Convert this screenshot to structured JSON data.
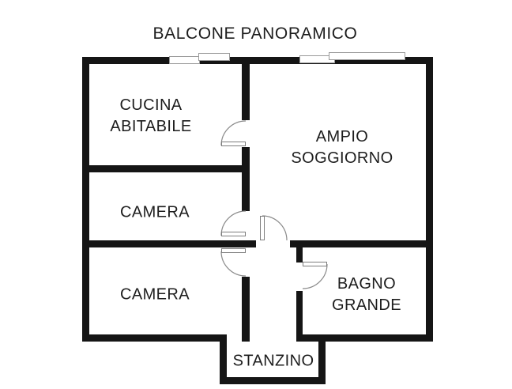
{
  "title": "BALCONE PANORAMICO",
  "rooms": {
    "cucina": {
      "line1": "CUCINA",
      "line2": "ABITABILE"
    },
    "camera1": {
      "label": "CAMERA"
    },
    "camera2": {
      "label": "CAMERA"
    },
    "soggiorno": {
      "line1": "AMPIO",
      "line2": "SOGGIORNO"
    },
    "bagno": {
      "line1": "BAGNO",
      "line2": "GRANDE"
    },
    "stanzino": {
      "label": "STANZINO"
    }
  },
  "colors": {
    "background": "#ffffff",
    "wall": "#151515",
    "text": "#1d1d1d",
    "door_line": "#8a8a8a"
  }
}
